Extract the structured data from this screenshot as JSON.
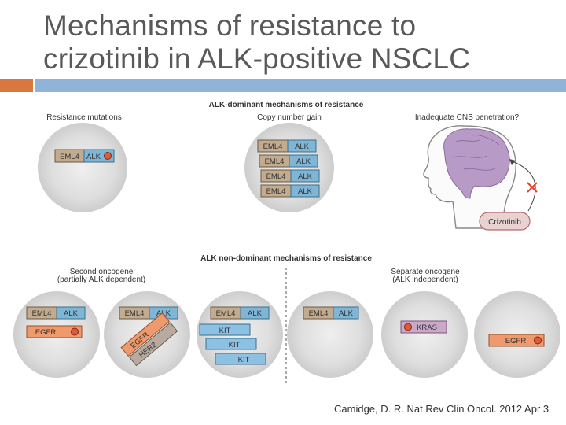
{
  "slide": {
    "title_line1": "Mechanisms of resistance to",
    "title_line2": "crizotinib in ALK-positive NSCLC",
    "citation": "Camidge, D. R. Nat Rev Clin Oncol. 2012 Apr 3",
    "colors": {
      "accent_orange": "#d9773e",
      "accent_blue": "#8fb3d9",
      "cell_gray": "#d9d9d9",
      "eml4": "#c2ab8e",
      "alk": "#7fb6d6",
      "egfr": "#ef9a6c",
      "kit": "#8cc1e3",
      "kras": "#c9a9c7",
      "her2": "#b9aaa0",
      "brain": "#b79bc6"
    }
  },
  "diagram": {
    "top_header": "ALK-dominant mechanisms of resistance",
    "bottom_header": "ALK non-dominant mechanisms of resistance",
    "sections": {
      "resistance_mutations": "Resistance mutations",
      "copy_number_gain": "Copy number gain",
      "cns": "Inadequate CNS penetration?",
      "second_oncogene_l1": "Second oncogene",
      "second_oncogene_l2": "(partially ALK dependent)",
      "separate_oncogene_l1": "Separate oncogene",
      "separate_oncogene_l2": "(ALK independent)"
    },
    "drug": "Crizotinib",
    "genes": {
      "eml4": "EML4",
      "alk": "ALK",
      "egfr": "EGFR",
      "her2": "HER2",
      "kit": "KIT",
      "kras": "KRAS"
    }
  }
}
